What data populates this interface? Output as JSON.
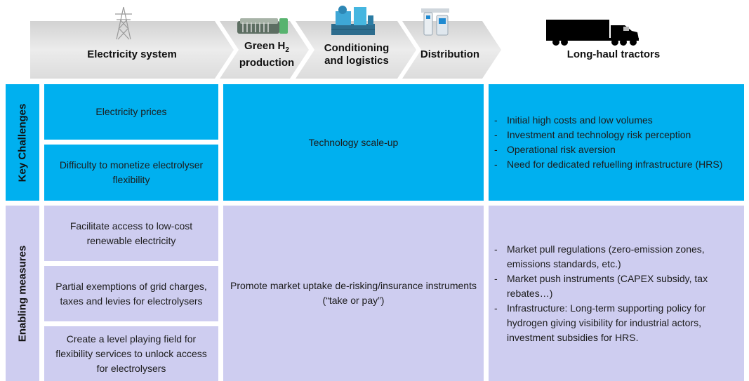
{
  "header": {
    "steps": {
      "electricity": {
        "label": "Electricity system",
        "icon": "power-pylon-icon"
      },
      "green": {
        "label_line1": "Green H",
        "subscript": "2",
        "label_line2": "production",
        "icon": "electrolyser-icon"
      },
      "conditioning": {
        "label_line1": "Conditioning",
        "label_line2": "and logistics",
        "icon": "compressor-icon"
      },
      "distribution": {
        "label": "Distribution",
        "icon": "refuelling-station-icon"
      },
      "tractors": {
        "label": "Long-haul tractors",
        "icon": "truck-icon"
      }
    }
  },
  "rows": {
    "challenges": {
      "label": "Key Challenges",
      "electricity_prices": "Electricity prices",
      "monetize_flexibility": "Difficulty to monetize electrolyser flexibility",
      "scale_up": "Technology scale-up",
      "tractor_bullets": [
        "Initial high costs and low volumes",
        "Investment and technology risk perception",
        "Operational risk aversion",
        "Need for dedicated refuelling infrastructure (HRS)"
      ]
    },
    "measures": {
      "label": "Enabling measures",
      "low_cost_access": "Facilitate access to low-cost renewable electricity",
      "grid_exemptions": "Partial exemptions of grid charges, taxes and levies for electrolysers",
      "level_playing_field": "Create a level playing field for flexibility services to unlock access for electrolysers",
      "market_uptake": "Promote market uptake de-risking/insurance instruments (“take or pay”)",
      "tractor_bullets": [
        "Market pull regulations (zero-emission zones, emissions standards, etc.)",
        "Market push instruments (CAPEX subsidy, tax rebates…)",
        "Infrastructure: Long-term supporting policy for hydrogen giving visibility for industrial actors, investment subsidies for HRS."
      ]
    }
  },
  "colors": {
    "challenges_fill": "#00b0ef",
    "measures_fill": "#cecdf0",
    "header_arrow": "#e4e4e4"
  }
}
